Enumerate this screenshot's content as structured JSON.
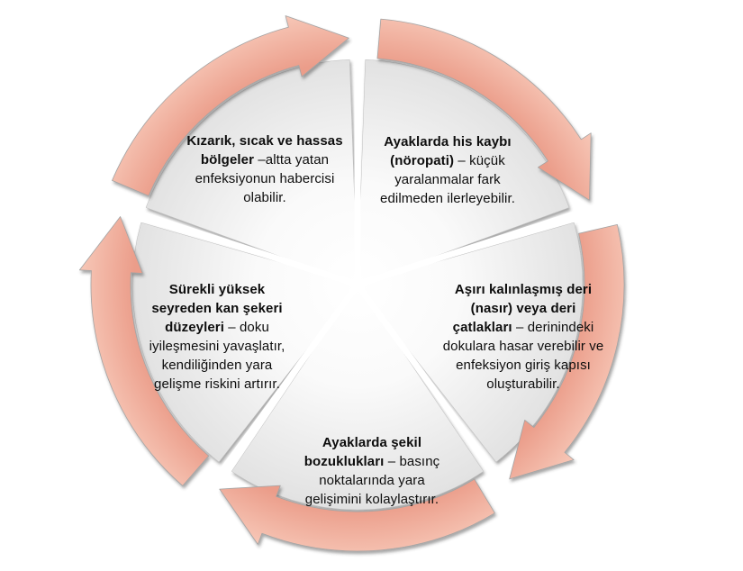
{
  "diagram": {
    "kind": "cycle-diagram",
    "direction": "clockwise",
    "segment_count": 5,
    "colors": {
      "arrow_inner": "#eb9d8a",
      "arrow_outer": "#f7c8b8",
      "arrow_outline": "#a3a3a3",
      "wedge_center": "#ffffff",
      "wedge_edge": "#e2e2e2",
      "separator": "#ffffff",
      "text": "#0d0d0d",
      "background": "#ffffff"
    },
    "segments": [
      {
        "position": "top-right",
        "bold": "Ayaklarda his kaybı (nöropati)",
        "rest": "– küçük yaralanmalar fark edilmeden ilerleyebilir."
      },
      {
        "position": "right",
        "bold": "Aşırı kalınlaşmış deri (nasır) veya deri çatlakları",
        "rest": "– derinindeki dokulara hasar verebilir ve enfeksiyon giriş kapısı oluşturabilir."
      },
      {
        "position": "bottom",
        "bold": "Ayaklarda şekil bozuklukları",
        "rest": "– basınç noktalarında yara gelişimini kolaylaştırır."
      },
      {
        "position": "left",
        "bold": "Sürekli yüksek seyreden kan şekeri düzeyleri",
        "rest": "– doku iyileşmesini yavaşlatır, kendiliğinden yara gelişme riskini artırır."
      },
      {
        "position": "top-left",
        "bold": "Kızarık, sıcak ve hassas bölgeler",
        "rest": "–altta yatan enfeksiyonun habercisi olabilir."
      }
    ]
  }
}
